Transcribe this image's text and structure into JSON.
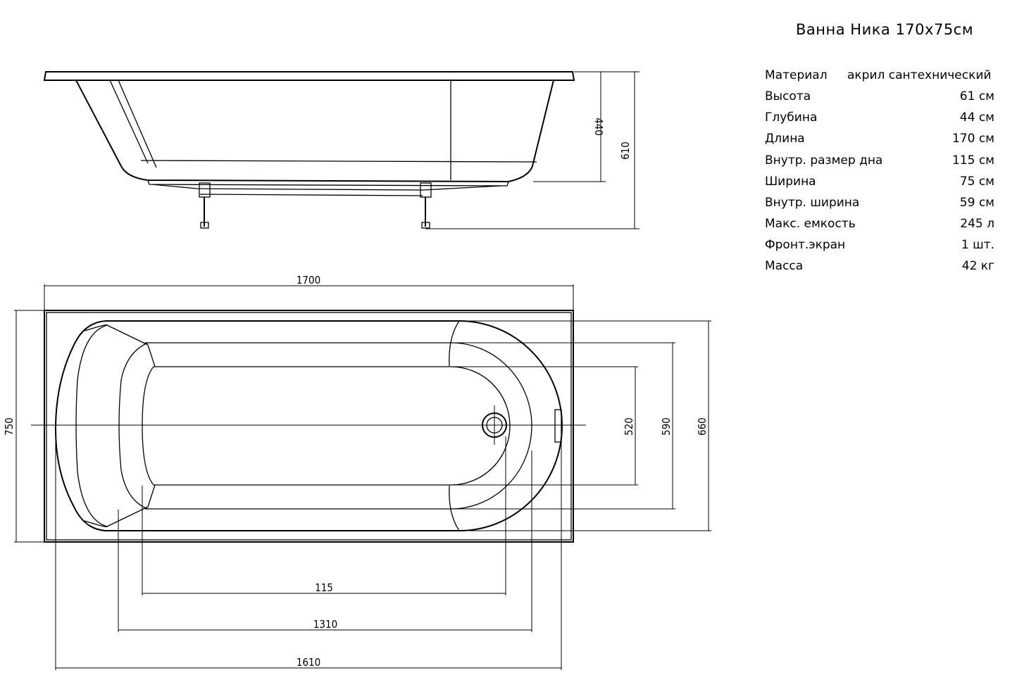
{
  "title": "Ванна Ника  170x75см",
  "specs": [
    {
      "label": "Материал",
      "value": "акрил сантехнический"
    },
    {
      "label": "Высота",
      "value": "61 см"
    },
    {
      "label": "Глубина",
      "value": "44 см"
    },
    {
      "label": "Длина",
      "value": "170 см"
    },
    {
      "label": "Внутр. размер дна",
      "value": "115 см"
    },
    {
      "label": "Ширина",
      "value": "75 см"
    },
    {
      "label": "Внутр. ширина",
      "value": "59 см"
    },
    {
      "label": "Макс. емкость",
      "value": "245 л"
    },
    {
      "label": "Фронт.экран",
      "value": "1 шт."
    },
    {
      "label": "Масса",
      "value": "42 кг"
    }
  ],
  "dimensions": {
    "side_depth": "440",
    "side_height": "610",
    "top_length": "1700",
    "width_total": "750",
    "width_inner_bottom": "520",
    "width_inner": "590",
    "width_rim": "660",
    "len_bottom": "115",
    "len_inner": "1310",
    "len_rim": "1610"
  }
}
